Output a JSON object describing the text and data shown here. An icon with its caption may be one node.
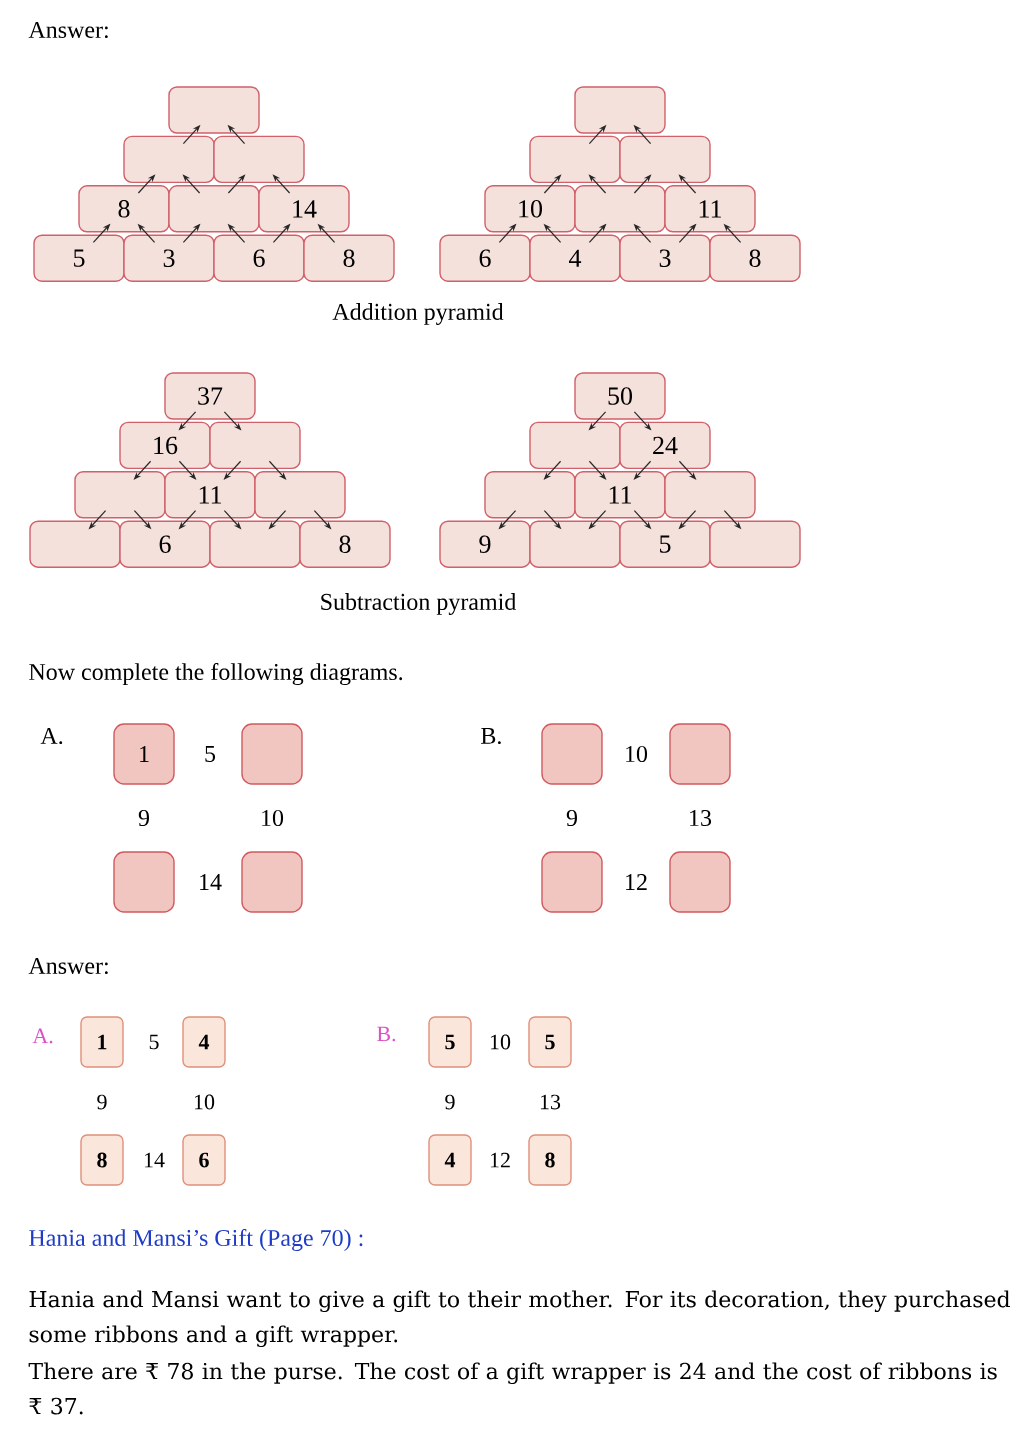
{
  "diagram": {
    "nodes": [
      {
        "text": [],
        "shape": "box"
      },
      {
        "text": [],
        "shape": "box"
      },
      {
        "text": [],
        "shape": "box"
      },
      {
        "text": [
          "8"
        ]
      },
      {
        "text": [],
        "shape": "box"
      },
      {
        "text": [
          "14"
        ]
      },
      {
        "text": [
          "5"
        ]
      },
      {
        "text": [
          "3"
        ]
      },
      {
        "text": [
          "6"
        ]
      },
      {
        "text": [
          "8"
        ]
      },
      {
        "text": [],
        "shape": "box"
      },
      {
        "text": [],
        "shape": "box"
      },
      {
        "text": [],
        "shape": "box"
      },
      {
        "text": [
          "10"
        ]
      },
      {
        "text": [],
        "shape": "box"
      },
      {
        "text": [
          "11"
        ]
      },
      {
        "text": [
          "6"
        ]
      },
      {
        "text": [
          "4"
        ]
      },
      {
        "text": [
          "3"
        ]
      },
      {
        "text": [
          "8"
        ]
      },
      {
        "text": [
          "37"
        ]
      },
      {
        "text": [
          "16"
        ]
      },
      {
        "text": [],
        "shape": "box"
      },
      {
        "text": [],
        "shape": "box"
      },
      {
        "text": [
          "11"
        ]
      },
      {
        "text": [],
        "shape": "box"
      },
      {
        "text": [],
        "shape": "box"
      },
      {
        "text": [
          "6"
        ]
      },
      {
        "text": [],
        "shape": "box"
      },
      {
        "text": [
          "8"
        ]
      },
      {
        "text": [
          "50"
        ]
      },
      {
        "text": [],
        "shape": "box"
      },
      {
        "text": [
          "24"
        ]
      },
      {
        "text": [],
        "shape": "box"
      },
      {
        "text": [
          "11"
        ]
      },
      {
        "text": [],
        "shape": "box"
      },
      {
        "text": [
          "9"
        ]
      },
      {
        "text": [],
        "shape": "box"
      },
      {
        "text": [
          "5"
        ]
      },
      {
        "text": [],
        "shape": "box"
      },
      {
        "text": [
          "1"
        ]
      },
      {
        "text": [],
        "shape": "box"
      },
      {
        "text": [],
        "shape": "box"
      },
      {
        "text": [],
        "shape": "box"
      },
      {
        "text": [],
        "shape": "box"
      },
      {
        "text": [],
        "shape": "box"
      },
      {
        "text": [],
        "shape": "box"
      },
      {
        "text": [],
        "shape": "box"
      },
      {
        "text": [
          "1"
        ]
      },
      {
        "text": [
          "4"
        ]
      },
      {
        "text": [
          "5"
        ]
      },
      {
        "text": [
          "5"
        ]
      },
      {
        "text": [
          "8"
        ]
      },
      {
        "text": [
          "6"
        ]
      },
      {
        "text": [
          "4"
        ]
      },
      {
        "text": [
          "8"
        ]
      }
    ],
    "edges": [
      {
        "from": 1,
        "to": 0,
        "arrow": "to"
      },
      {
        "from": 2,
        "to": 0,
        "arrow": "to"
      },
      {
        "from": 3,
        "to": 1,
        "arrow": "to"
      },
      {
        "from": 4,
        "to": 1,
        "arrow": "to"
      },
      {
        "from": 4,
        "to": 2,
        "arrow": "to"
      },
      {
        "from": 5,
        "to": 2,
        "arrow": "to"
      },
      {
        "from": 6,
        "to": 3,
        "arrow": "to"
      },
      {
        "from": 7,
        "to": 3,
        "arrow": "to"
      },
      {
        "from": 7,
        "to": 4,
        "arrow": "to"
      },
      {
        "from": 8,
        "to": 4,
        "arrow": "to"
      },
      {
        "from": 8,
        "to": 5,
        "arrow": "to"
      },
      {
        "from": 9,
        "to": 5,
        "arrow": "to"
      },
      {
        "from": 11,
        "to": 10,
        "arrow": "to"
      },
      {
        "from": 12,
        "to": 10,
        "arrow": "to"
      },
      {
        "from": 13,
        "to": 11,
        "arrow": "to"
      },
      {
        "from": 14,
        "to": 11,
        "arrow": "to"
      },
      {
        "from": 14,
        "to": 12,
        "arrow": "to"
      },
      {
        "from": 15,
        "to": 12,
        "arrow": "to"
      },
      {
        "from": 16,
        "to": 13,
        "arrow": "to"
      },
      {
        "from": 17,
        "to": 13,
        "arrow": "to"
      },
      {
        "from": 17,
        "to": 14,
        "arrow": "to"
      },
      {
        "from": 18,
        "to": 14,
        "arrow": "to"
      },
      {
        "from": 18,
        "to": 15,
        "arrow": "to"
      },
      {
        "from": 19,
        "to": 15,
        "arrow": "to"
      },
      {
        "from": 20,
        "to": 21,
        "arrow": "to"
      },
      {
        "from": 20,
        "to": 22,
        "arrow": "to"
      },
      {
        "from": 21,
        "to": 23,
        "arrow": "to"
      },
      {
        "from": 21,
        "to": 24,
        "arrow": "to"
      },
      {
        "from": 22,
        "to": 24,
        "arrow": "to"
      },
      {
        "from": 22,
        "to": 25,
        "arrow": "to"
      },
      {
        "from": 23,
        "to": 26,
        "arrow": "to"
      },
      {
        "from": 23,
        "to": 27,
        "arrow": "to"
      },
      {
        "from": 24,
        "to": 27,
        "arrow": "to"
      },
      {
        "from": 24,
        "to": 28,
        "arrow": "to"
      },
      {
        "from": 25,
        "to": 28,
        "arrow": "to"
      },
      {
        "from": 25,
        "to": 29,
        "arrow": "to"
      },
      {
        "from": 30,
        "to": 31,
        "arrow": "to"
      },
      {
        "from": 30,
        "to": 32,
        "arrow": "to"
      },
      {
        "from": 31,
        "to": 33,
        "arrow": "to"
      },
      {
        "from": 31,
        "to": 34,
        "arrow": "to"
      },
      {
        "from": 32,
        "to": 34,
        "arrow": "to"
      },
      {
        "from": 32,
        "to": 35,
        "arrow": "to"
      },
      {
        "from": 33,
        "to": 36,
        "arrow": "to"
      },
      {
        "from": 33,
        "to": 37,
        "arrow": "to"
      },
      {
        "from": 34,
        "to": 37,
        "arrow": "to"
      },
      {
        "from": 34,
        "to": 38,
        "arrow": "to"
      },
      {
        "from": 35,
        "to": 38,
        "arrow": "to"
      },
      {
        "from": 35,
        "to": 39,
        "arrow": "to"
      }
    ],
    "labels": [
      "Answer:",
      "Addition pyramid",
      "Subtraction pyramid",
      "Now complete the following diagrams.",
      "A.",
      "5",
      "B.",
      "10",
      "9",
      "10",
      "9",
      "13",
      "14",
      "12",
      "Answer:",
      "A.",
      "5",
      "B.",
      "10",
      "9",
      "10",
      "9",
      "13",
      "14",
      "12",
      "Hania and Mansi’s Gift (Page 70) :",
      "Hania and Mansi want to give a gift to their mother. For its decoration, they purchased some ribbons and a gift wrapper.",
      "There are ₹ 78 in the purse. The cost of a gift wrapper is 24 and the cost of ribbons is ₹ 37."
    ]
  }
}
